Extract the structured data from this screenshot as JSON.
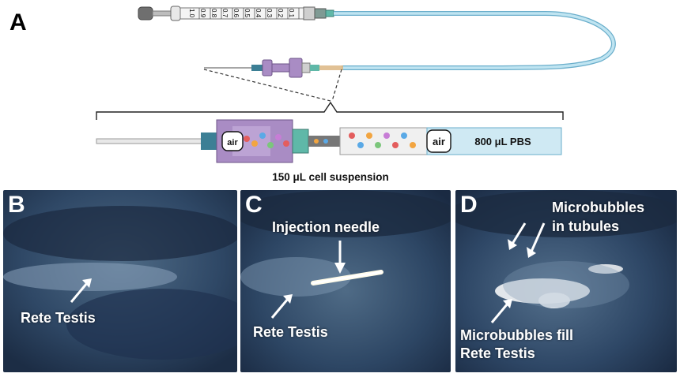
{
  "panels": {
    "a": {
      "letter": "A",
      "syringe_scale": [
        "1.0",
        "0.9",
        "0.8",
        "0.7",
        "0.6",
        "0.5",
        "0.4",
        "0.3",
        "0.2",
        "0.1"
      ],
      "air_label": "air",
      "pbs_label": "800 μL PBS",
      "cell_suspension_label": "150 μL cell suspension"
    },
    "b": {
      "letter": "B",
      "label_rete": "Rete Testis"
    },
    "c": {
      "letter": "C",
      "label_needle": "Injection needle",
      "label_rete": "Rete Testis"
    },
    "d": {
      "letter": "D",
      "label_microbubbles_line1": "Microbubbles",
      "label_microbubbles_line2": "in tubules",
      "label_fill_line1": "Microbubbles fill",
      "label_fill_line2": "Rete Testis"
    }
  },
  "colors": {
    "tubing": "#9fd3e6",
    "hub_purple": "#a98cc4",
    "pbs_fill": "#cfe9f3",
    "ultrasound_bg": "#2a3f5c",
    "annotation": "#ffffff"
  }
}
